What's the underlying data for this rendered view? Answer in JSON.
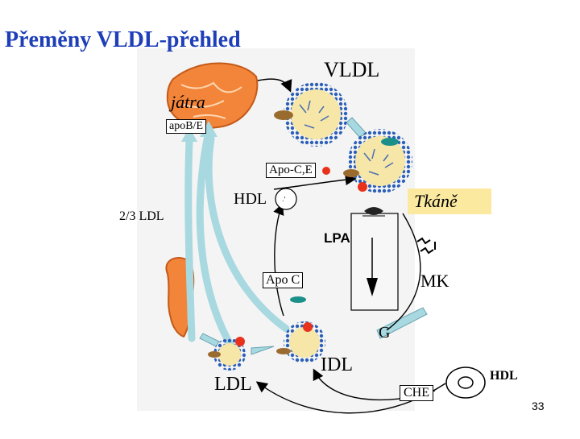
{
  "title": "Přeměny VLDL-přehled",
  "labels": {
    "vldl": "VLDL",
    "jatra": "játra",
    "apoBE": "apoB/E",
    "apoCE": "Apo-C,E",
    "hdl_mid": "HDL",
    "tkane": "Tkáně",
    "ldl_23": "2/3 LDL",
    "lpa": "LPA",
    "mk": "MK",
    "apoC": "Apo C",
    "g": "G",
    "idl": "IDL",
    "ldl": "LDL",
    "che": "CHE",
    "hdl_br": "HDL"
  },
  "page_number": "33",
  "colors": {
    "title": "#1f3fb8",
    "liver": "#f2853a",
    "cycle_arrow": "#a8d8e0",
    "particle_core": "#f6e6a8",
    "particle_dot": "#2b5fb8",
    "apo_red": "#e8321c",
    "apo_teal": "#1b8f8a",
    "apo_brown": "#9a6b2e",
    "tkane_bg": "#fbe9a0"
  },
  "icons": [
    "liver-icon",
    "lipoprotein-particle-icon",
    "capillary-icon",
    "adipose-cell-icon",
    "cell-icon"
  ]
}
